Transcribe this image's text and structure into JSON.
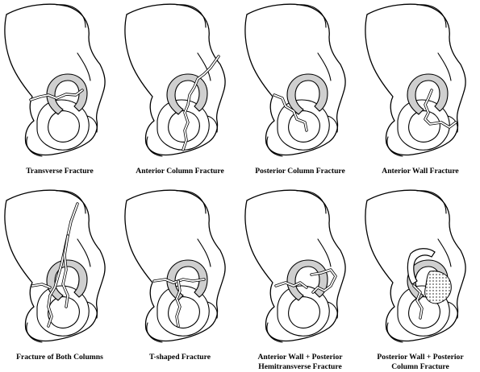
{
  "panels": [
    {
      "id": "transverse",
      "caption_lines": [
        "Transverse Fracture"
      ]
    },
    {
      "id": "anterior-column",
      "caption_lines": [
        "Anterior Column Fracture"
      ]
    },
    {
      "id": "posterior-column",
      "caption_lines": [
        "Posterior Column Fracture"
      ]
    },
    {
      "id": "anterior-wall",
      "caption_lines": [
        "Anterior Wall Fracture"
      ]
    },
    {
      "id": "both-columns",
      "caption_lines": [
        "Fracture of Both Columns"
      ]
    },
    {
      "id": "t-shaped",
      "caption_lines": [
        "T-shaped Fracture"
      ]
    },
    {
      "id": "anterior-wall-posterior-hemitransverse",
      "caption_lines": [
        "Anterior Wall + Posterior",
        "Hemitransverse  Fracture"
      ]
    },
    {
      "id": "posterior-wall-posterior-column",
      "caption_lines": [
        "Posterior Wall + Posterior",
        "Column  Fracture"
      ]
    }
  ]
}
